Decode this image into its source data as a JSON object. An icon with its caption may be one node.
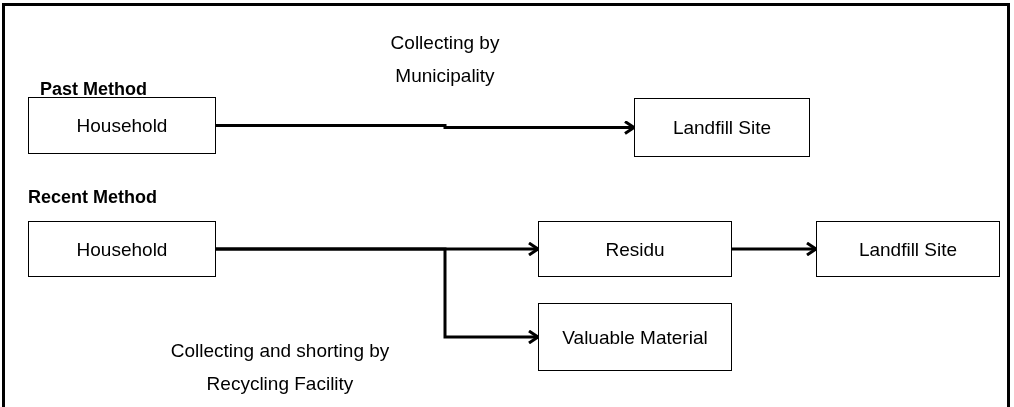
{
  "diagram": {
    "nodes": [
      {
        "text": [
          "Household"
        ]
      },
      {
        "text": [
          "Landfill Site"
        ]
      },
      {
        "text": [
          "Household"
        ]
      },
      {
        "text": [
          "Residu"
        ]
      },
      {
        "text": [
          "Landfill Site"
        ]
      },
      {
        "text": [
          "Valuable Material"
        ]
      }
    ],
    "edges": [
      {
        "from": 0,
        "to": 1,
        "arrow": "to",
        "label": "Collecting by Municipality"
      },
      {
        "from": 2,
        "to": 3,
        "arrow": "to"
      },
      {
        "from": 2,
        "to": 5,
        "arrow": "to",
        "label": "Collecting and shorting by Recycling Facility"
      },
      {
        "from": 3,
        "to": 4,
        "arrow": "to"
      }
    ],
    "labels": [
      "Past Method",
      "Recent Method"
    ]
  }
}
